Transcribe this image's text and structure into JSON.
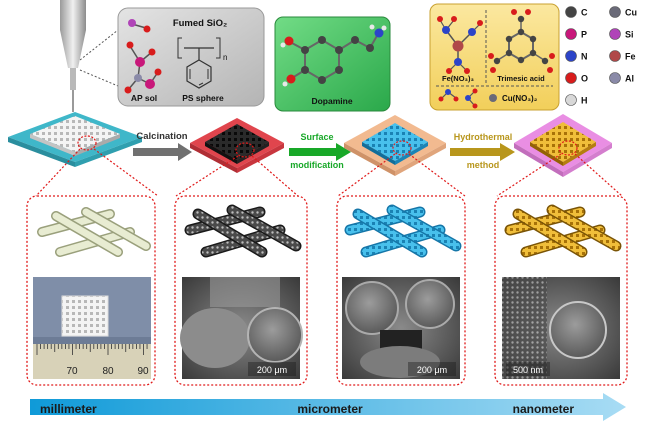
{
  "stage_labels": {
    "calcination": "Calcination",
    "surface_line1": "Surface",
    "surface_line2": "modification",
    "hydro_line1": "Hydrothermal",
    "hydro_line2": "method"
  },
  "panel_sio2": {
    "title": "Fumed SiO₂",
    "ap_sol": "AP sol",
    "ps_sphere": "PS sphere",
    "n_subscript": "n"
  },
  "panel_dopamine": {
    "label": "Dopamine"
  },
  "panel_mof": {
    "fe_label": "Fe(NO₃)₃",
    "trimesic_label": "Trimesic acid",
    "cu_label": "Cu(NO₃)₂"
  },
  "element_legend": [
    {
      "symbol": "C",
      "color": "#444444"
    },
    {
      "symbol": "Cu",
      "color": "#6a6a78"
    },
    {
      "symbol": "P",
      "color": "#c8187a"
    },
    {
      "symbol": "Si",
      "color": "#b044b8"
    },
    {
      "symbol": "N",
      "color": "#2c44c8"
    },
    {
      "symbol": "Fe",
      "color": "#b04848"
    },
    {
      "symbol": "O",
      "color": "#d81c1c"
    },
    {
      "symbol": "Al",
      "color": "#8a8aa8"
    },
    {
      "symbol": "H",
      "color": "#d8d8d8"
    }
  ],
  "micrographs": {
    "ruler_ticks": [
      "70",
      "80",
      "90"
    ],
    "scale_1": "200 μm",
    "scale_2": "200 μm",
    "scale_3": "500 nm"
  },
  "scale_axis": {
    "left": "millimeter",
    "middle": "micrometer",
    "right": "nanometer"
  },
  "colors": {
    "substrate_1": "#3fb7c9",
    "substrate_2": "#e0454d",
    "substrate_3": "#f2ba90",
    "substrate_4": "#e98ee3",
    "lattice_white": "#e8e8e8",
    "lattice_black": "#1e1e1e",
    "lattice_blue": "#2ea8d8",
    "lattice_gold": "#d9a019",
    "arrow_gray": "#707070",
    "arrow_green": "#18a828",
    "arrow_gold": "#b8961c",
    "dotted_red": "#e01a1a",
    "panel_sio2_bg": "#cfcfcf",
    "panel_dopamine_bg": "#49c86a",
    "panel_mof_bg": "#f7dd78",
    "axis_start": "#0f9ad8",
    "axis_end": "#9fd8f2"
  }
}
